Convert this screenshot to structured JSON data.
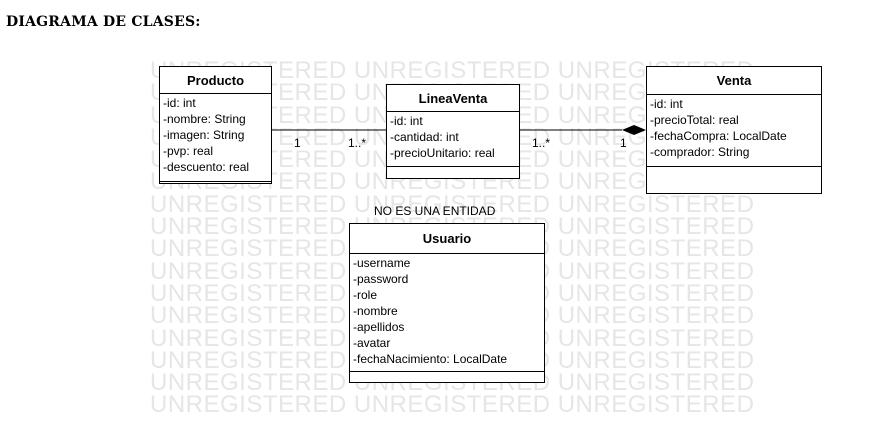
{
  "title": "DIAGRAMA DE CLASES:",
  "watermark_text": "UNREGISTERED UNREGISTERED UNREGISTERED",
  "classes": {
    "producto": {
      "name": "Producto",
      "attributes": [
        "-id: int",
        "-nombre: String",
        "-imagen: String",
        "-pvp: real",
        "-descuento: real"
      ]
    },
    "linea_venta": {
      "name": "LineaVenta",
      "attributes": [
        "-id: int",
        "-cantidad: int",
        "-precioUnitario: real"
      ]
    },
    "venta": {
      "name": "Venta",
      "attributes": [
        "-id: int",
        "-precioTotal: real",
        "-fechaCompra: LocalDate",
        "-comprador: String"
      ]
    },
    "usuario": {
      "name": "Usuario",
      "attributes": [
        "-username",
        "-password",
        "-role",
        "-nombre",
        "-apellidos",
        "-avatar",
        "-fechaNacimiento: LocalDate"
      ]
    }
  },
  "associations": {
    "producto_lineaventa": {
      "from_mult": "1",
      "to_mult": "1..*"
    },
    "lineaventa_venta": {
      "from_mult": "1..*",
      "to_mult": "1"
    }
  },
  "note": "NO ES UNA ENTIDAD"
}
